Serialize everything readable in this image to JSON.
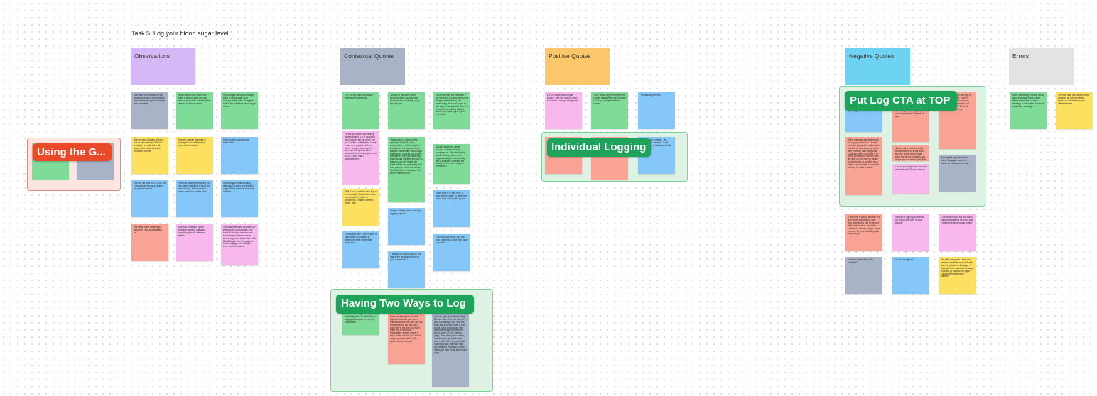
{
  "board": {
    "title": "Task 5: Log your blood sugar level",
    "colors": {
      "violet": "#d6b8f7",
      "grey": "#a8b3c7",
      "green": "#7fdc98",
      "yellow": "#fde05f",
      "blue": "#85c7f8",
      "salmon": "#f9a394",
      "pink": "#f8b8ee",
      "orange": "#fcc66b",
      "cyan": "#6ed3f0",
      "lightgrey": "#e3e3e3",
      "tag_green": "#1ea35a",
      "tag_red": "#e84a2a"
    }
  },
  "headers": [
    {
      "label": "Observations",
      "color": "violet"
    },
    {
      "label": "Contextual Quotes",
      "color": "grey"
    },
    {
      "label": "Positive Quotes",
      "color": "orange"
    },
    {
      "label": "Negative Quotes",
      "color": "cyan"
    },
    {
      "label": "Errors",
      "color": "lightgrey"
    }
  ],
  "clusters": [
    {
      "label": "Using the G...",
      "tag_color": "tag_red",
      "border": "#e58c80",
      "fill": "#fde5e1"
    },
    {
      "label": "Individual Logging",
      "tag_color": "tag_green",
      "border": "#7ecf96",
      "fill": "#ddf2e3"
    },
    {
      "label": "Put Log CTA at TOP",
      "tag_color": "tag_green",
      "border": "#7ecf96",
      "fill": "#ddf2e3"
    },
    {
      "label": "Having Two Ways to Log",
      "tag_color": "tag_green",
      "border": "#7ecf96",
      "fill": "#ddf2e3"
    }
  ],
  "notes": [
    {
      "color": "grey",
      "text": "She was not confused on the section to enter in the numbers. She clicked through it smoothly and submitted."
    },
    {
      "color": "green",
      "text": "When asked how would she enter a blood sugar, she said she would put the number in the metrics box and submit."
    },
    {
      "color": "green",
      "text": "She thought the second way to enter a blood sugar is by clicking on the date. Struggled to find the individual blood sugar screen."
    },
    {
      "color": "yellow",
      "text": "She seemed hesitate with this due to the calendar. She did complete the task but a bit slower. Her voice sounded confused on next"
    },
    {
      "color": "yellow",
      "text": "She did not see the point in having the two different log screens for metrics."
    },
    {
      "color": "blue",
      "text": "She scrolled down to logs button first."
    },
    {
      "color": "blue",
      "text": "She did not click the CTA on the Logs banner she was clicking the picture instead."
    },
    {
      "color": "blue",
      "text": "She was clicking everything but not paying attention to what she was clicking. Which caused some confusion for the user."
    },
    {
      "color": "blue",
      "text": "She struggled with scrolling down and looking at the entire page. Pretty the entry may help with this."
    },
    {
      "color": "salmon",
      "text": "She went to the homepage using the Logo to navigation bar."
    },
    {
      "color": "pink",
      "text": "She was confused by the scrolling metrics. She was expecting it to be diabetes related."
    },
    {
      "color": "pink",
      "text": "She was extremely confused on entering the blood sugar. She handled the first scenario into blood sugar but was unsure where to go and clicked the CTA Blood Sugar which brought her to a new page. And she got even more confused."
    },
    {
      "color": "green",
      "text": ""
    },
    {
      "color": "grey",
      "text": "...over blood sugar she may"
    },
    {
      "color": "green",
      "text": "\"OK I'm log button because I metrics log something\""
    },
    {
      "color": "green",
      "text": "\"So this is definitely times throughout the day and how much insulin I'm taking so my blood sugar\""
    },
    {
      "color": "green",
      "text": "Once she read the short title \"I got there this is just tracking one thing at a time, this is just referencing the blood sugar on this day, in the day. And then if I wanted to see all my blood it would give me a graph of just my levels\""
    },
    {
      "color": "pink",
      "text": "On the you have successfully logged screen \"Oh, I thought it was going to tell me what I put in.\" \"As like confirmation, I want it was on a graph to tell me where you are. Like a green icon that tells you it's been recorded this is where you were put in. Errors than a measurement.\""
    },
    {
      "color": "green",
      "text": "\"What would it show on the calendar. Would it show numbers on ... I think maybe I would want the top two things that are tracked like blood sugar and insulin. It would just put the average on each previous day, and it would highlight this day so that you can see it and see that's what I was yesterday. And then you can check the details which will kind of compare with what's entered now.\""
    },
    {
      "color": "green",
      "text": "\"And if maybe my details brought up the past days compared to... like the details would show up when you logged what you had that day, and it would be like have the details for the past 7 days or something.\""
    },
    {
      "color": "yellow",
      "text": "\"Will it turn a certain color if you are too high? It should be color coordinated if it's too or something. It makes like red, green, blue\""
    },
    {
      "color": "blue",
      "text": "Are you talking about manually logging sugars?"
    },
    {
      "color": "blue",
      "text": "\"Wait, here it is right here. It says Blood sugar.\" In reference to the drop down in the graph."
    },
    {
      "color": "blue",
      "text": "\"You would click it here where it says today to log stuff\" in reference to the graph date dropdown."
    },
    {
      "color": "blue",
      "text": "\"You click right there and put your numbers in. And then save it, submit.\""
    },
    {
      "color": "blue",
      "text": "\"I guess you would click on the day of the week and then log your numbers in.\""
    },
    {
      "color": "green",
      "text": "...in the last 7 days. Or to put yesterday was.\" in reference to logging all readers or entering individually."
    },
    {
      "color": "salmon",
      "text": "...the individual ones screen but I can see being the a mobile app then it would give you a notification that the user had not checked in for the day and it was later in the day and it will bring you to this page immediately screen where it says \"looks what is your blood sugar\" please check in. It's almost like a reminder\""
    },
    {
      "color": "grey",
      "text": "...like the fact that you set it in you can type the just one thing like one time. You can like put in your blood sugar and I like the thing that's on this page. If this single blood sugar page here and instead that can be here blood sugar CTA on the log page, there then you submit it and then you go to the next screen. But they're one submit it, and you can still have that personalized message to each metric but then it's all still on one page.\""
    },
    {
      "color": "pink",
      "text": "On the single blood sugar screen \"Like this query. A little excessive I can go a long way\""
    },
    {
      "color": "green",
      "text": "\"Oh, I would log them right here. I would easily enter the numbers in.\" Log in multiple metrics screen"
    },
    {
      "color": "blue",
      "text": "\"It's already set now\""
    },
    {
      "color": "salmon",
      "text": ""
    },
    {
      "color": "salmon",
      "text": "...summary but not already down, and it has the same information so if you go into logs. This it just pops up. I like it.\""
    },
    {
      "color": "blue",
      "text": "...is, it's easy to have... the option to the calendar. It will take me to the individual blood sugar thing\""
    },
    {
      "color": "blue",
      "text": "...she's understand\" in reference to the log your metrics CTA."
    },
    {
      "color": "salmon",
      "text": "...like on Logs and I was told to put in a log, I was hoping to be there by the point I clicked on logs."
    },
    {
      "color": "salmon",
      "text": "...applied to just go into logs to log in my numbers. I think it would be a little annoying to every time go scroll due and then click on the CTA so the CTA should be on top."
    },
    {
      "color": "salmon",
      "text": "\"If the calendar was added with the log your metrics... I found honestly the cardio section to do it would be how it weekly at the time entering. Like the google Calendar where you have it on week, per month. You can do it like this, so you have to switch to next month or scroll to each week. If you do it in the future it will kind of make it easier.\""
    },
    {
      "color": "salmon",
      "text": "Like the old, I could honestly wanted looking to scroll down and look at the blood sugar graph and all my numbers and kind of get distracted by all that info. Something like it can just be right there to quickly get to it.\""
    },
    {
      "color": "pink",
      "text": "\"I would probably move that Log your metrics CTA up to the top.\""
    },
    {
      "color": "grey",
      "text": "\"Having the big stat metrics above the graph would be easier and awesome to that\""
    },
    {
      "color": "salmon",
      "text": "\"I still think it would be better if it was all my information. Like they were just to see to her out all the information. I'm a little confused if we are not you have to scroll. Or in needed 30 put in many steps\""
    },
    {
      "color": "pink",
      "text": "\"Instead of log in your metrics you should just type in your metrics.\""
    },
    {
      "color": "pink",
      "text": "\"The section to or log and scroll out and everything so that's why I clicked the blood sugar button\""
    },
    {
      "color": "grey",
      "text": "\"I think it's a tracking Gita Calendar\""
    },
    {
      "color": "blue",
      "text": "\"Ya, I'm struggling\""
    },
    {
      "color": "yellow",
      "text": "\"So after every one I have you have successfully seen it. But it doesn't go back to the page. I think after the success message it should go back to the page. Logs screen with every number.\""
    },
    {
      "color": "green",
      "text": "When submitting from the blood sugar individual screen after hitting submit the success message is not center. It cuts off parts of the message."
    },
    {
      "color": "yellow",
      "text": "The time was not placed on the graph or on the log metric screen so be able to say in different times."
    }
  ]
}
